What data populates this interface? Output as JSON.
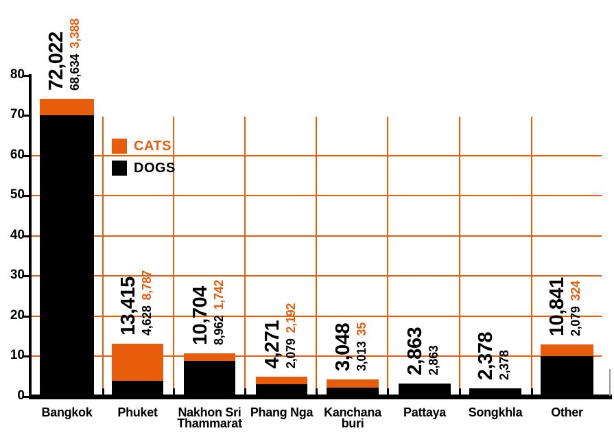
{
  "chart_data": {
    "type": "bar",
    "stacked": true,
    "title": "",
    "xlabel": "",
    "ylabel": "",
    "ylim": [
      0,
      80
    ],
    "ytick_labels": [
      "0",
      "10",
      "20",
      "30",
      "40",
      "50",
      "60",
      "70",
      "80"
    ],
    "grid": "orange horizontal gridlines at 10-60, orange vertical category separators",
    "legend_position": "upper-left inside plot",
    "legend": [
      {
        "label": "CATS",
        "color": "#e85d0c"
      },
      {
        "label": "DOGS",
        "color": "#000000"
      }
    ],
    "categories": [
      "Bangkok",
      "Phuket",
      "Nakhon Sri Thammarat",
      "Phang Nga",
      "Kanchanaburi",
      "Pattaya",
      "Songkhla",
      "Other"
    ],
    "bars": [
      {
        "category": "Bangkok",
        "category_lines": [
          "Bangkok"
        ],
        "total_label": "72,022",
        "dogs_label": "68,634",
        "cats_label": "3,388",
        "total_value": 72022,
        "dogs_value": 68634,
        "cats_value": 3388,
        "dogs_drawn_units": 70.0,
        "total_drawn_units": 74.2
      },
      {
        "category": "Phuket",
        "category_lines": [
          "Phuket"
        ],
        "total_label": "13,415",
        "dogs_label": "4,628",
        "cats_label": "8,787",
        "total_value": 13415,
        "dogs_value": 4628,
        "cats_value": 8787,
        "dogs_drawn_units": 3.9,
        "total_drawn_units": 13.1
      },
      {
        "category": "Nakhon Sri Thammarat",
        "category_lines": [
          "Nakhon Sri",
          "Thammarat"
        ],
        "total_label": "10,704",
        "dogs_label": "8,962",
        "cats_label": "1,742",
        "total_value": 10704,
        "dogs_value": 8962,
        "cats_value": 1742,
        "dogs_drawn_units": 8.9,
        "total_drawn_units": 10.8
      },
      {
        "category": "Phang Nga",
        "category_lines": [
          "Phang Nga"
        ],
        "total_label": "4,271",
        "dogs_label": "2,079",
        "cats_label": "2,192",
        "total_value": 4271,
        "dogs_value": 2079,
        "cats_value": 2192,
        "dogs_drawn_units": 3.1,
        "total_drawn_units": 5.0
      },
      {
        "category": "Kanchanaburi",
        "category_lines": [
          "Kanchana",
          "buri"
        ],
        "total_label": "3,048",
        "dogs_label": "3,013",
        "cats_label": "35",
        "total_value": 3048,
        "dogs_value": 3013,
        "cats_value": 35,
        "dogs_drawn_units": 2.2,
        "total_drawn_units": 4.3
      },
      {
        "category": "Pattaya",
        "category_lines": [
          "Pattaya"
        ],
        "total_label": "2,863",
        "dogs_label": "2,863",
        "cats_label": null,
        "total_value": 2863,
        "dogs_value": 2863,
        "cats_value": null,
        "dogs_drawn_units": 3.3,
        "total_drawn_units": 3.3
      },
      {
        "category": "Songkhla",
        "category_lines": [
          "Songkhla"
        ],
        "total_label": "2,378",
        "dogs_label": "2,378",
        "cats_label": null,
        "total_value": 2378,
        "dogs_value": 2378,
        "cats_value": null,
        "dogs_drawn_units": 2.1,
        "total_drawn_units": 2.1
      },
      {
        "category": "Other",
        "category_lines": [
          "Other"
        ],
        "total_label": "10,841",
        "dogs_label": "2,079",
        "cats_label": "324",
        "total_value": 10841,
        "dogs_value": 2079,
        "cats_value": 324,
        "dogs_drawn_units": 10.1,
        "total_drawn_units": 13.0
      }
    ]
  },
  "colors": {
    "cats_orange": "#e85d0c",
    "dogs_black": "#000000",
    "grid_orange": "#e85d0c",
    "axis_black": "#000000",
    "edge_gray": "#999999",
    "background": "#ffffff"
  }
}
